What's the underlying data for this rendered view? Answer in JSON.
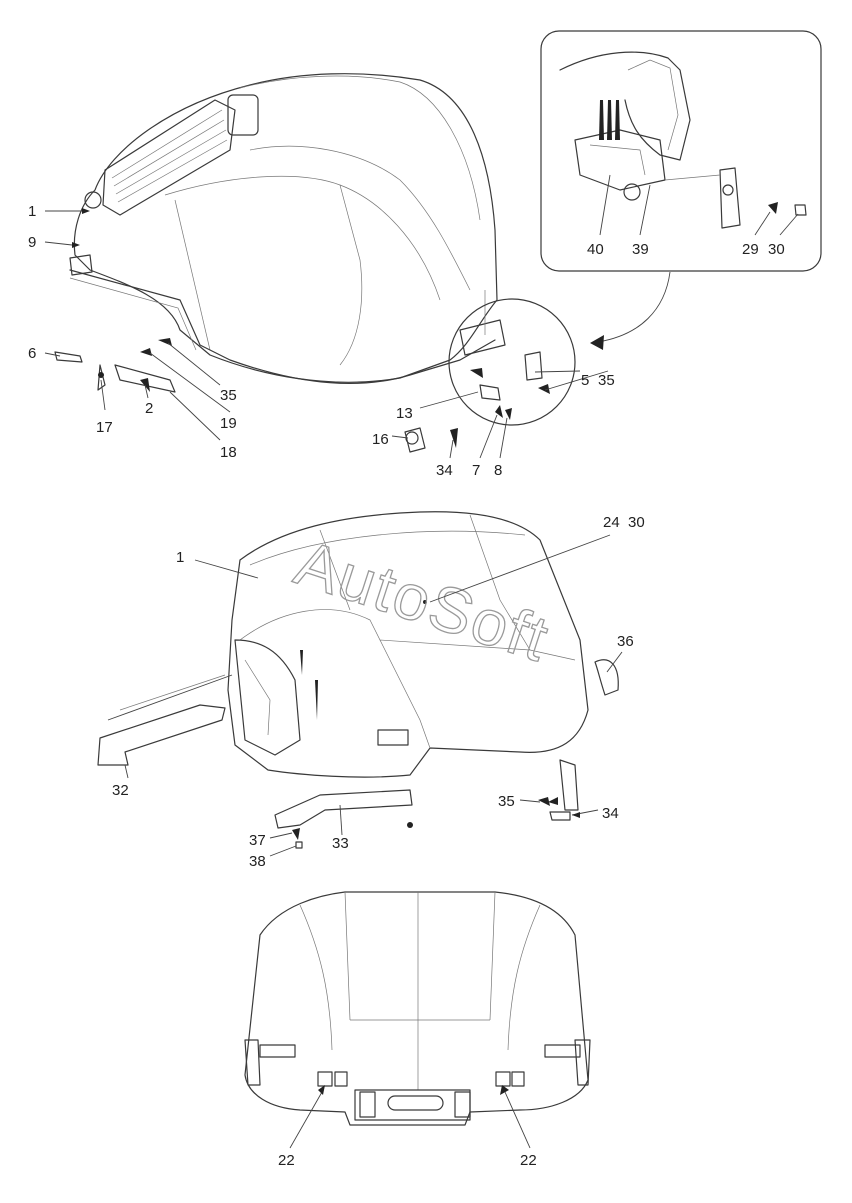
{
  "watermark": "AutoSoft",
  "view1": {
    "labels": {
      "l1": "1",
      "l9": "9",
      "l6": "6",
      "l17": "17",
      "l2": "2",
      "l18": "18",
      "l19": "19",
      "l35a": "35",
      "l13": "13",
      "l16": "16",
      "l34": "34",
      "l7": "7",
      "l8": "8",
      "l5": "5",
      "l35b": "35"
    }
  },
  "detail_inset": {
    "labels": {
      "l40": "40",
      "l39": "39",
      "l29": "29",
      "l30": "30"
    }
  },
  "view2": {
    "labels": {
      "l1": "1",
      "l24": "24",
      "l30": "30",
      "l36": "36",
      "l32": "32",
      "l35": "35",
      "l34": "34",
      "l37": "37",
      "l38": "38",
      "l33": "33"
    }
  },
  "view3": {
    "labels": {
      "l22a": "22",
      "l22b": "22"
    }
  }
}
